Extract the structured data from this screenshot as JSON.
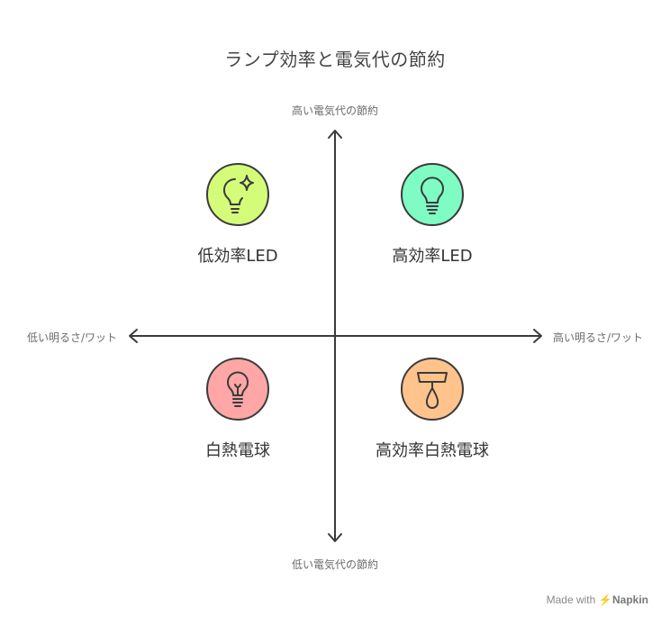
{
  "title": "ランプ効率と電気代の節約",
  "axes": {
    "top": "高い電気代の節約",
    "bottom": "低い電気代の節約",
    "left": "低い明るさ/ワット",
    "right": "高い明るさ/ワット"
  },
  "quadrants": {
    "top_left": {
      "label": "低効率LED",
      "icon": "bulb-sparkle-icon",
      "color": "#d4fc79"
    },
    "top_right": {
      "label": "高効率LED",
      "icon": "led-bulb-icon",
      "color": "#7ffcc4"
    },
    "bottom_left": {
      "label": "白熱電球",
      "icon": "incandescent-bulb-icon",
      "color": "#ffa6a6"
    },
    "bottom_right": {
      "label": "高効率白熱電球",
      "icon": "lamp-shade-icon",
      "color": "#ffc38b"
    }
  },
  "footer": {
    "made_with": "Made with",
    "brand": "Napkin"
  }
}
